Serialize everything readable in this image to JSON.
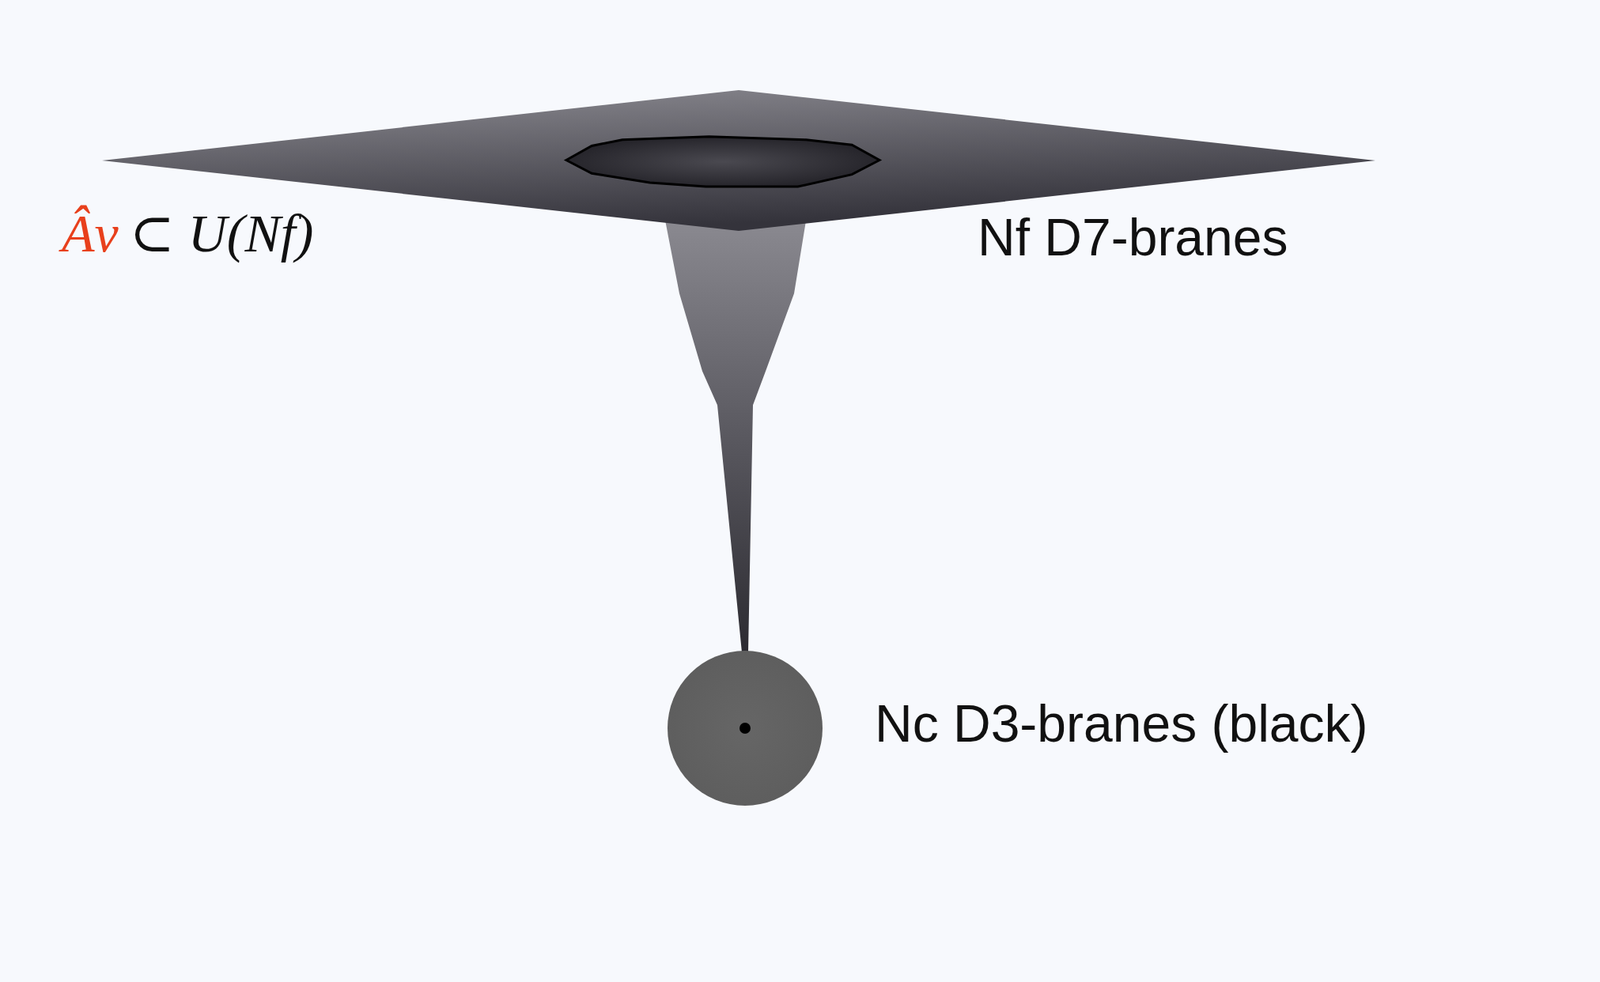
{
  "diagram": {
    "nodes": [
      {
        "text": [
          "Nf D7-branes"
        ]
      },
      {
        "text": [
          "Nc D3-branes (black)"
        ]
      }
    ],
    "edges": [
      {
        "from": 0,
        "to": 1,
        "arrow": "none"
      }
    ],
    "labels": [
      "Âν",
      "⊂ U(Nf)"
    ]
  }
}
